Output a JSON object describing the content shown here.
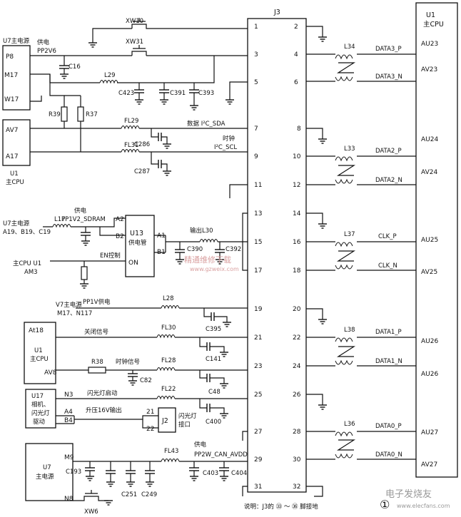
{
  "connector": {
    "title": "J3",
    "left_pins": [
      "1",
      "3",
      "5",
      "7",
      "9",
      "11",
      "13",
      "15",
      "17",
      "19",
      "21",
      "23",
      "25",
      "27",
      "29",
      "31"
    ],
    "right_pins": [
      "2",
      "4",
      "6",
      "8",
      "10",
      "12",
      "14",
      "16",
      "18",
      "20",
      "22",
      "24",
      "26",
      "28",
      "30",
      "32"
    ]
  },
  "cpu_right": {
    "title": "U1",
    "subtitle": "主CPU",
    "pins": [
      "AU23",
      "AV23",
      "AU24",
      "AV24",
      "AU25",
      "AV25",
      "AU26",
      "AU26",
      "AU27",
      "AV27"
    ]
  },
  "diff_pairs": [
    {
      "inductor": "L34",
      "p": "DATA3_P",
      "n": "DATA3_N"
    },
    {
      "inductor": "L33",
      "p": "DATA2_P",
      "n": "DATA2_N"
    },
    {
      "inductor": "L37",
      "p": "CLK_P",
      "n": "CLK_N"
    },
    {
      "inductor": "L38",
      "p": "DATA1_P",
      "n": "DATA1_N"
    },
    {
      "inductor": "L36",
      "p": "DATA0_P",
      "n": "DATA0_N"
    }
  ],
  "u7_top": {
    "title": "U7主电源",
    "pins": [
      "P8",
      "M17",
      "W17"
    ]
  },
  "supply_top": {
    "line1": "供电",
    "line2": "PP2V6"
  },
  "switches": {
    "xw10": "XW10",
    "xw31": "XW31",
    "xw6": "XW6"
  },
  "caps_top": {
    "c16": "C16",
    "c423": "C423",
    "c391": "C391",
    "c393": "C393"
  },
  "l29": "L29",
  "resistors_top": {
    "r39": "R39",
    "r37": "R37"
  },
  "i2c": {
    "sda_label": "数据 I²C_SDA",
    "scl_label_1": "时钟",
    "scl_label_2": "I²C_SCL",
    "fl29": "FL29",
    "fl31": "FL31",
    "c286": "C286",
    "c287": "C287"
  },
  "u1_left": {
    "pins": [
      "AV7",
      "A17"
    ],
    "title": "U1",
    "subtitle": "主CPU"
  },
  "u13": {
    "u7_line1": "U7主电源",
    "u7_line2": "A19、B19、C19",
    "l17": "L17",
    "supply_1": "供电",
    "supply_2": "PP1V2_SDRAM",
    "title": "U13",
    "subtitle": "供电管",
    "pins": [
      "A2",
      "B2",
      "A1",
      "B1",
      "ON"
    ],
    "out_label": "输出L30",
    "c390": "C390",
    "c392": "C392",
    "en_label": "EN控制",
    "cpu_line1": "主CPU U1",
    "cpu_line2": "AM3"
  },
  "pp1v": {
    "line1": "V7主电源",
    "line2": "M17、N117",
    "label": "PP1V供电",
    "l28": "L28",
    "c395": "C395"
  },
  "u1_mid": {
    "pins": [
      "At18",
      "AV8"
    ],
    "title": "U1",
    "subtitle": "主CPU",
    "off_sig": "关闭信号",
    "fl30": "FL30",
    "c141": "C141",
    "r38": "R38",
    "clk_sig": "时钟信号",
    "c82": "C82",
    "fl28": "FL28",
    "c48": "C48"
  },
  "u17": {
    "pins": [
      "N3",
      "A4",
      "B4"
    ],
    "lines": [
      "U17",
      "相机、",
      "闪光灯",
      "驱动"
    ],
    "flash_start": "闪光灯启动",
    "fl22": "FL22",
    "c400": "C400",
    "boost": "升压16V输出",
    "j2": "J2",
    "j2_pins": [
      "21",
      "22"
    ],
    "j2_label_1": "闪光灯",
    "j2_label_2": "接口"
  },
  "u7_bottom": {
    "pins": [
      "M9",
      "N8"
    ],
    "title": "U7",
    "subtitle": "主电源",
    "c193": "C193",
    "c251": "C251",
    "c249": "C249",
    "fl43": "FL43",
    "supply_1": "供电",
    "supply_2": "PP2W_CAN_AVDD",
    "c403": "C403",
    "c404": "C404"
  },
  "footnote": "说明：J3的 ㉝ ～ ㊱ 脚接地",
  "watermarks": [
    "精通维修下载",
    "www.gzweix.com",
    "电子发烧友",
    "www.elecfans.com"
  ],
  "mark": "①"
}
